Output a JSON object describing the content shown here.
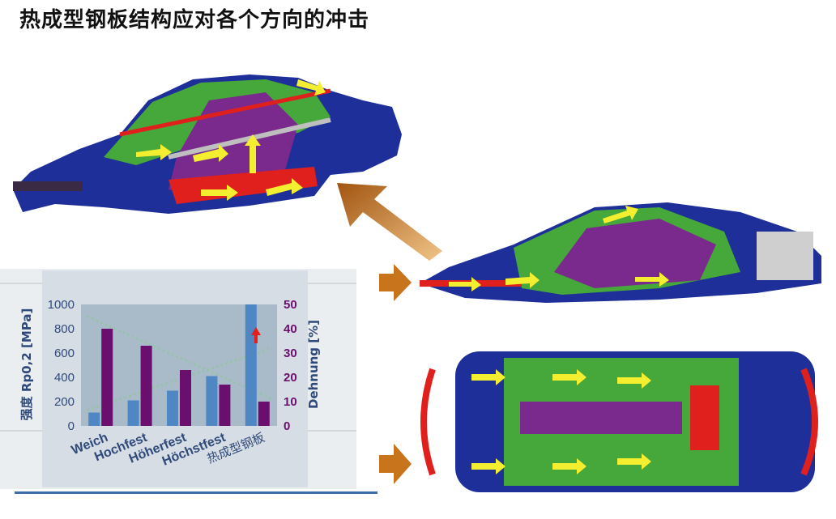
{
  "title": "热成型钢板结构应对各个方向的冲击",
  "colors": {
    "steel_soft": "#1e2f9a",
    "steel_high": "#46a83a",
    "steel_advanced": "#7a2a8c",
    "hot_formed": "#e0201c",
    "force_arrow": "#f4ee30",
    "impact_arrow": "#c8741c",
    "bar_strength": "#4f86c4",
    "bar_elongation": "#6b0f6e"
  },
  "chart_data": {
    "type": "bar",
    "categories": [
      "Weich",
      "Hochfest",
      "Höherfest",
      "Höchstfest",
      "热成型钢板"
    ],
    "series": [
      {
        "name": "强度 Rp0,2 [MPa]",
        "axis": "left",
        "values": [
          110,
          210,
          290,
          410,
          1000
        ]
      },
      {
        "name": "Dehnung [%]",
        "axis": "right",
        "values": [
          40,
          33,
          23,
          17,
          10
        ]
      }
    ],
    "ylabel": "强度 Rp0,2 [MPa]",
    "y2label": "Dehnung [%]",
    "ylim": [
      0,
      1000
    ],
    "y2lim": [
      0,
      50
    ],
    "yticks": [
      "1000",
      "800",
      "600",
      "400",
      "200",
      "0"
    ],
    "y2ticks": [
      "50",
      "40",
      "30",
      "20",
      "10",
      "0"
    ],
    "grid": false,
    "trend_lines": "dotted"
  }
}
